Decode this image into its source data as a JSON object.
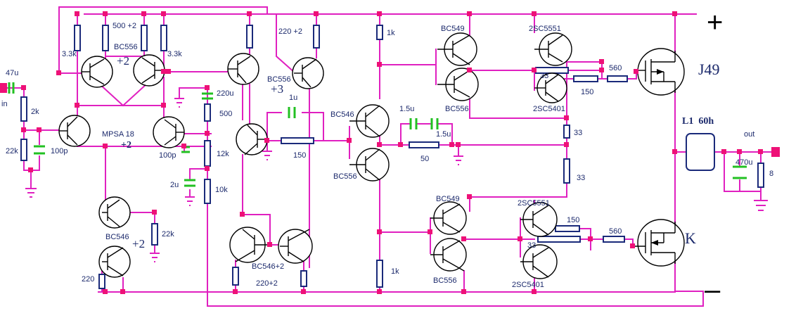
{
  "labels": {
    "cap_47u": "47u",
    "in": "in",
    "r_2k": "2k",
    "r_22k_in": "22k",
    "c_100p_a": "100p",
    "c_100p_b": "100p",
    "r_3k3_a": "3.3k",
    "r_3k3_b": "3.3k",
    "bc556_pair": "BC556",
    "pair_gain": "+2",
    "r_500_2": "500 +2",
    "mpsa18": "MPSA 18",
    "mpsa18_gain": "+2",
    "c_220u": "220u",
    "r_500": "500",
    "r_12k": "12k",
    "c_2u": "2u",
    "r_10k": "10k",
    "r_220_2_top": "220 +2",
    "bc556_3": "BC556",
    "gain_3": "+3",
    "c_1u": "1u",
    "r_150_mid": "150",
    "r_1k_top": "1k",
    "bc546_mid": "BC546",
    "bc556_mid": "BC556",
    "c_1_5u_a": "1.5u",
    "c_1_5u_b": "1.5u",
    "r_50": "50",
    "bc549_top": "BC549",
    "bc556_top": "BC556",
    "sc5551_top": "2SC5551",
    "sc5401_top": "2SC5401",
    "r_33_top": "33",
    "r_150_top": "150",
    "r_560_top": "560",
    "j49": "J49",
    "r_33_a": "33",
    "r_33_b": "33",
    "l1": "L1  60h",
    "out": "out",
    "c_470u": "470u",
    "load_8": "8",
    "plus": "+",
    "minus": "–",
    "k": "K",
    "bc546_left": "BC546",
    "gain_left": "+2",
    "r_22k_left": "22k",
    "r_220_left": "220",
    "bc546_2": "BC546+2",
    "r_220_2_bot": "220+2",
    "r_1k_bot": "1k",
    "bc549_bot": "BC549",
    "bc556_bot": "BC556",
    "sc5551_bot": "2SC5551",
    "sc5401_bot": "2SC5401",
    "r_150_bot": "150",
    "r_33_bot": "33",
    "r_560_bot": "560"
  },
  "colors": {
    "wire": "#e020c0",
    "node": "#ee1177",
    "resistor": "#1a2a7a",
    "capacitor": "#22c022",
    "text": "#1c2a6c"
  }
}
